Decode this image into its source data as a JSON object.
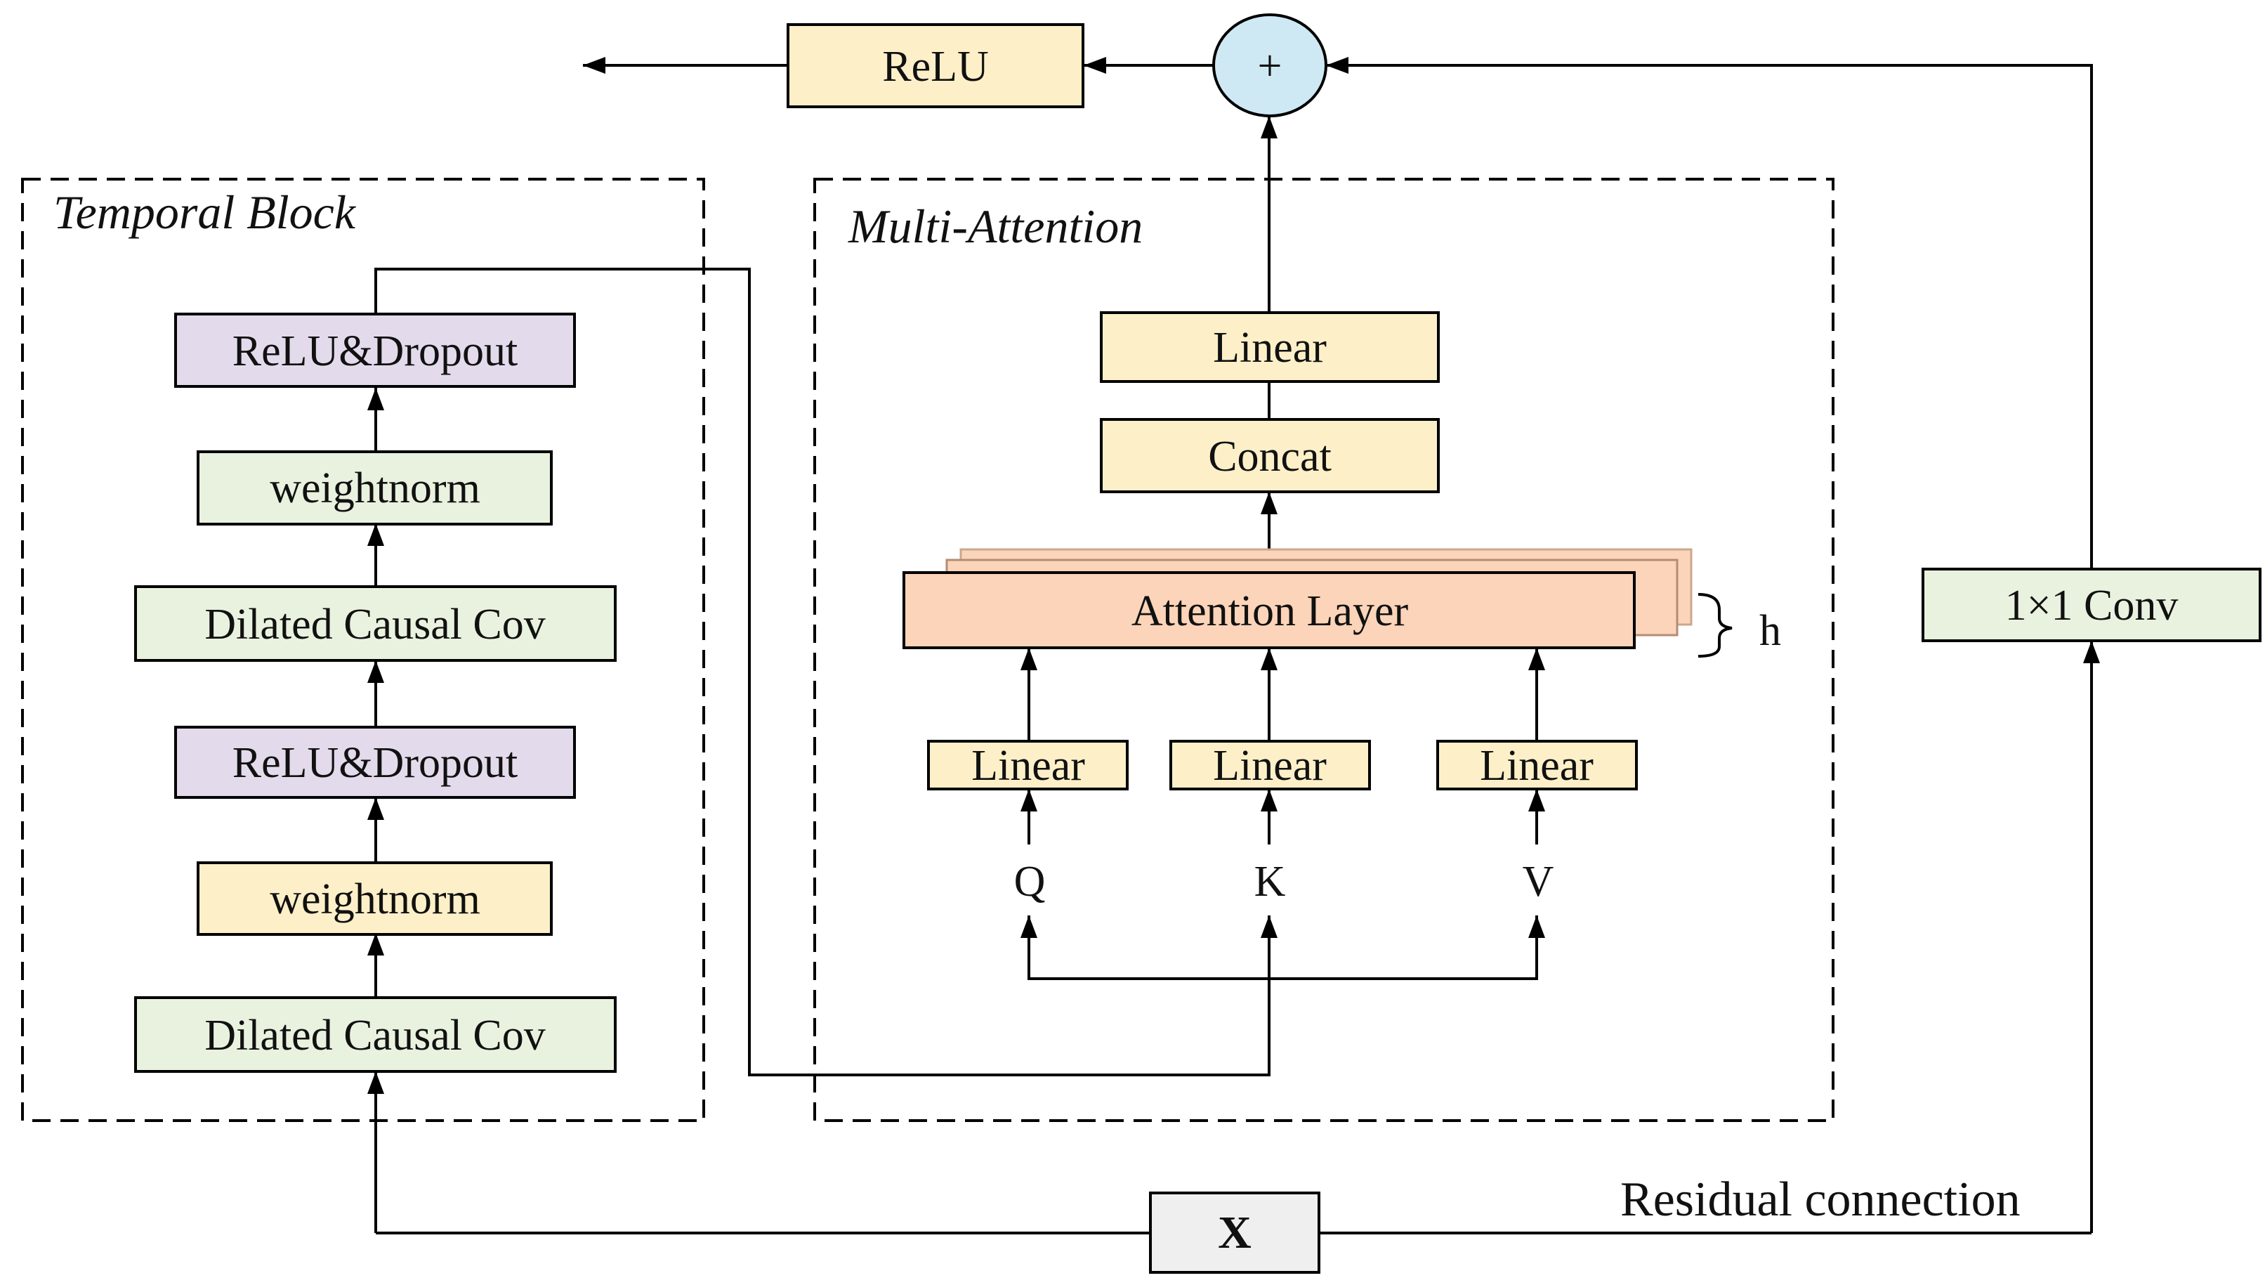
{
  "colors": {
    "yellow": "#fdf0c8",
    "green": "#e9f2de",
    "purple": "#e3dbec",
    "salmon": "#fcd4b9",
    "circle": "#cfe9f4",
    "gray": "#efefef"
  },
  "temporal_block": {
    "title": "Temporal Block",
    "layers": {
      "relu_dropout_top": "ReLU&Dropout",
      "weightnorm_top": "weightnorm",
      "dilated_conv_top": "Dilated Causal Cov",
      "relu_dropout_bottom": "ReLU&Dropout",
      "weightnorm_bottom": "weightnorm",
      "dilated_conv_bottom": "Dilated Causal Cov"
    }
  },
  "multi_attention": {
    "title": "Multi-Attention",
    "linear_out": "Linear",
    "concat": "Concat",
    "attention_layer": "Attention Layer",
    "heads": "h",
    "linear_q": "Linear",
    "linear_k": "Linear",
    "linear_v": "Linear",
    "q": "Q",
    "k": "K",
    "v": "V"
  },
  "top": {
    "relu": "ReLU",
    "plus": "+"
  },
  "residual": {
    "conv": "1×1 Conv",
    "label": "Residual connection"
  },
  "input": {
    "x": "X"
  }
}
